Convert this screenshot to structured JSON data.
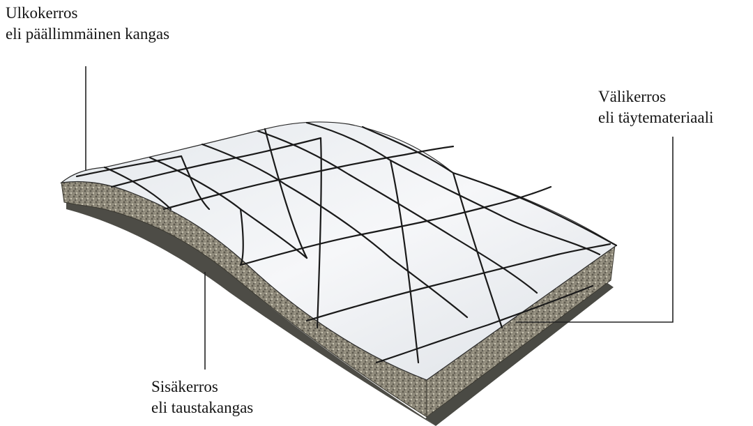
{
  "labels": {
    "outer": {
      "line1": "Ulkokerros",
      "line2": "eli päällimmäinen kangas"
    },
    "middle": {
      "line1": "Välikerros",
      "line2": "eli täytemateriaali"
    },
    "inner": {
      "line1": "Sisäkerros",
      "line2": "eli taustakangas"
    }
  },
  "colors": {
    "fabric_top": "#f2f4f7",
    "fabric_shade": "#d9dde2",
    "quilt_stitch": "#1a1a1a",
    "filling": "#8f8a7a",
    "backing": "#4a4a44",
    "leader_line": "#222222"
  }
}
